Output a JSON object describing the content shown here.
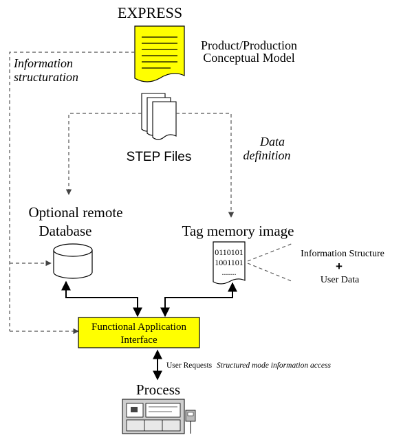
{
  "labels": {
    "express": "EXPRESS",
    "model_line1": "Product/Production",
    "model_line2": "Conceptual Model",
    "info_struct_line1": "Information",
    "info_struct_line2": "structuration",
    "step_files": "STEP Files",
    "data_def_line1": "Data",
    "data_def_line2": "definition",
    "remote_db_line1": "Optional remote",
    "remote_db_line2": "Database",
    "tag_memory": "Tag memory image",
    "bits_line1": "0110101",
    "bits_line2": "1001101",
    "bits_line3": ".......",
    "info_structure": "Information Structure",
    "plus": "+",
    "user_data": "User Data",
    "fai_line1": "Functional Application",
    "fai_line2": "Interface",
    "user_requests": "User Requests",
    "structured_mode": "Structured mode information access",
    "process": "Process"
  },
  "colors": {
    "highlight_yellow": "#ffff00",
    "line": "#000000",
    "dashed_line": "#555555"
  }
}
